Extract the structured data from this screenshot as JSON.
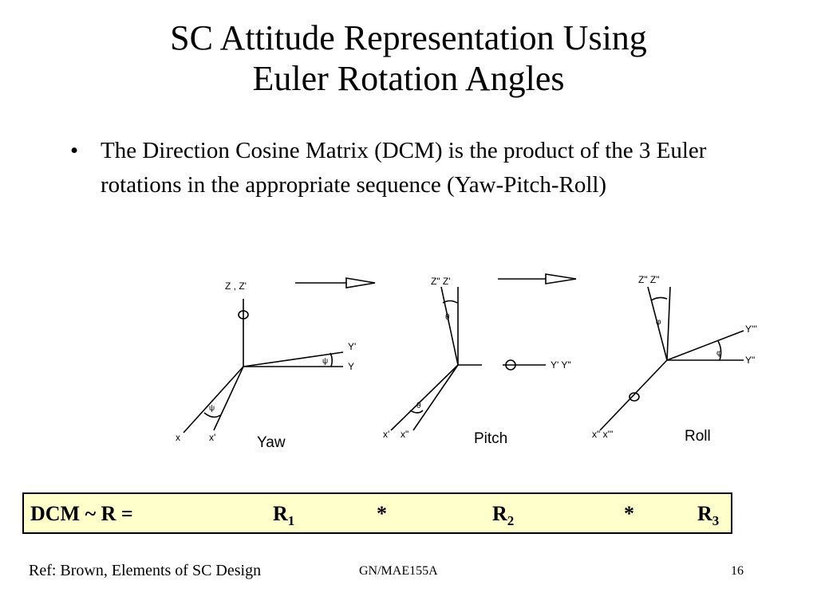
{
  "slide": {
    "title_line1": "SC Attitude Representation Using",
    "title_line2": "Euler Rotation Angles",
    "bullet_marker": "•",
    "bullet_text": "The Direction Cosine Matrix (DCM) is the product of the 3 Euler rotations in the appropriate sequence (Yaw-Pitch-Roll)"
  },
  "figure": {
    "panels": [
      {
        "caption": "Yaw",
        "labels": {
          "z_axis": "Z , Z'",
          "y1": "Y'",
          "y2": "Y",
          "x1": "x",
          "x2": "x'",
          "angle": "ψ",
          "angle2": "ψ"
        }
      },
      {
        "caption": "Pitch",
        "labels": {
          "z_axis": "Z\" Z'",
          "y": "Y' Y\"",
          "x1": "x'",
          "x2": "x\"",
          "angle": "θ",
          "angle2": "θ"
        }
      },
      {
        "caption": "Roll",
        "labels": {
          "z_axis": "Z\" Z\"",
          "y1": "Y'''",
          "y2": "Y\"",
          "x": "x\" x'''",
          "angle": "φ",
          "angle2": "φ"
        }
      }
    ]
  },
  "equation": {
    "lhs": "DCM ~ R  =",
    "r1": "R",
    "r1_sub": "1",
    "op1": "*",
    "r2": "R",
    "r2_sub": "2",
    "op2": "*",
    "r3": "R",
    "r3_sub": "3"
  },
  "footer": {
    "ref": "Ref: Brown, Elements of SC Design",
    "course": "GN/MAE155A",
    "page": "16"
  }
}
